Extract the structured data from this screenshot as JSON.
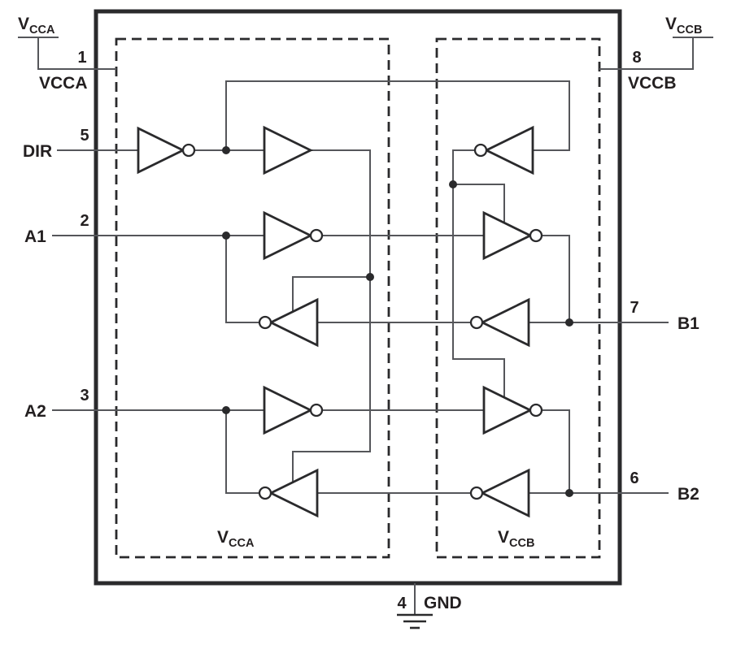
{
  "colors": {
    "bg": "#ffffff",
    "wire": "#55565a",
    "shape": "#2a2a2c",
    "text": "#231f20"
  },
  "diagram": {
    "external_supplies": {
      "a": {
        "main": "V",
        "sub": "CCA"
      },
      "b": {
        "main": "V",
        "sub": "CCB"
      }
    },
    "islands": {
      "a": {
        "label_main": "V",
        "label_sub": "CCA"
      },
      "b": {
        "label_main": "V",
        "label_sub": "CCB"
      }
    },
    "pins": {
      "vcca": {
        "number": "1",
        "name": "VCCA"
      },
      "vccb": {
        "number": "8",
        "name": "VCCB"
      },
      "dir": {
        "number": "5",
        "name": "DIR"
      },
      "a1": {
        "number": "2",
        "name": "A1"
      },
      "a2": {
        "number": "3",
        "name": "A2"
      },
      "b1": {
        "number": "7",
        "name": "B1"
      },
      "b2": {
        "number": "6",
        "name": "B2"
      },
      "gnd": {
        "number": "4",
        "name": "GND"
      }
    }
  }
}
